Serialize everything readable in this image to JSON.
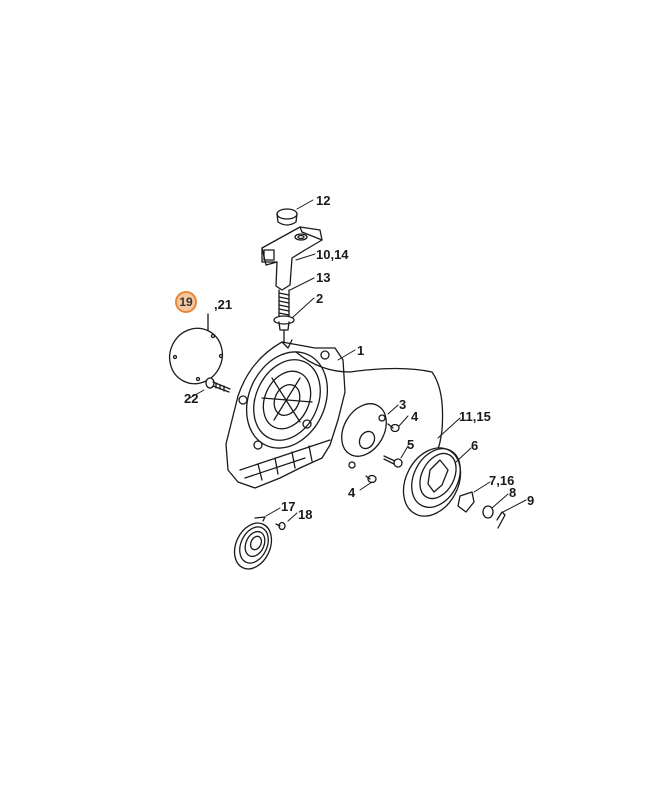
{
  "diagram": {
    "type": "exploded-parts-diagram",
    "subject": "Rewind starter assembly",
    "highlight_color": "#e8873a",
    "highlight_fill": "#f6c8a0",
    "highlighted_part": "19",
    "callouts": [
      {
        "id": "c12",
        "text": "12",
        "part": "handle cap"
      },
      {
        "id": "c10_14",
        "text": "10,14",
        "part": "starter grip"
      },
      {
        "id": "c13",
        "text": "13",
        "part": "rope sleeve spring"
      },
      {
        "id": "c2",
        "text": "2",
        "part": "washer"
      },
      {
        "id": "c19",
        "text": "19",
        "part": "cover disc (highlighted)"
      },
      {
        "id": "c21",
        "text": ",21",
        "part": "cover disc"
      },
      {
        "id": "c1",
        "text": "1",
        "part": "fan housing"
      },
      {
        "id": "c22",
        "text": "22",
        "part": "screw"
      },
      {
        "id": "c3",
        "text": "3",
        "part": "washer plate"
      },
      {
        "id": "c4a",
        "text": "4",
        "part": "screw"
      },
      {
        "id": "c11_15",
        "text": "11,15",
        "part": "starter rope"
      },
      {
        "id": "c5",
        "text": "5",
        "part": "screw"
      },
      {
        "id": "c6",
        "text": "6",
        "part": "rope rotor"
      },
      {
        "id": "c4b",
        "text": "4",
        "part": "screw"
      },
      {
        "id": "c7_16",
        "text": "7,16",
        "part": "pawl"
      },
      {
        "id": "c8",
        "text": "8",
        "part": "spring clip"
      },
      {
        "id": "c9",
        "text": "9",
        "part": "spring"
      },
      {
        "id": "c17",
        "text": "17",
        "part": "rewind spring"
      },
      {
        "id": "c18",
        "text": "18",
        "part": "screw"
      }
    ]
  }
}
